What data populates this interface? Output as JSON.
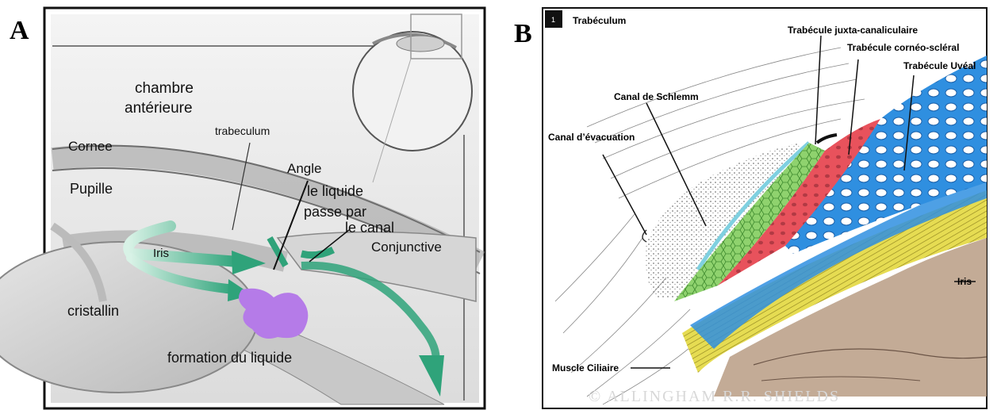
{
  "panels": {
    "a": {
      "letter": "A",
      "labels": {
        "chambre_1": "chambre",
        "chambre_2": "antérieure",
        "trabeculum": "trabeculum",
        "cornee": "Cornee",
        "angle": "Angle",
        "liquide_1": "le liquide",
        "liquide_2": "passe par",
        "canal": "le canal",
        "pupille": "Pupille",
        "conjunctive": "Conjunctive",
        "iris": "Iris",
        "cristallin": "cristallin",
        "formation": "formation du liquide"
      }
    },
    "b": {
      "letter": "B",
      "number": "1",
      "title": "Trabéculum",
      "labels": {
        "juxta": "Trabécule juxta-canaliculaire",
        "corneo": "Trabécule cornéo-scléral",
        "uveal": "Trabécule Uvéal",
        "schlemm": "Canal de Schlemm",
        "evacuation": "Canal d’évacuation",
        "iris": "Iris",
        "muscle": "Muscle Ciliaire"
      },
      "copyright": "© ALLINGHAM R.R. SHIELDS"
    }
  },
  "colors": {
    "green_flow": "#2fa37a",
    "purple": "#b57be8",
    "red": "#e8525c",
    "green_tissue": "#86cf6a",
    "blue_tissue": "#2f8fe0",
    "yellow": "#e6dc52",
    "brown": "#b99c84"
  }
}
